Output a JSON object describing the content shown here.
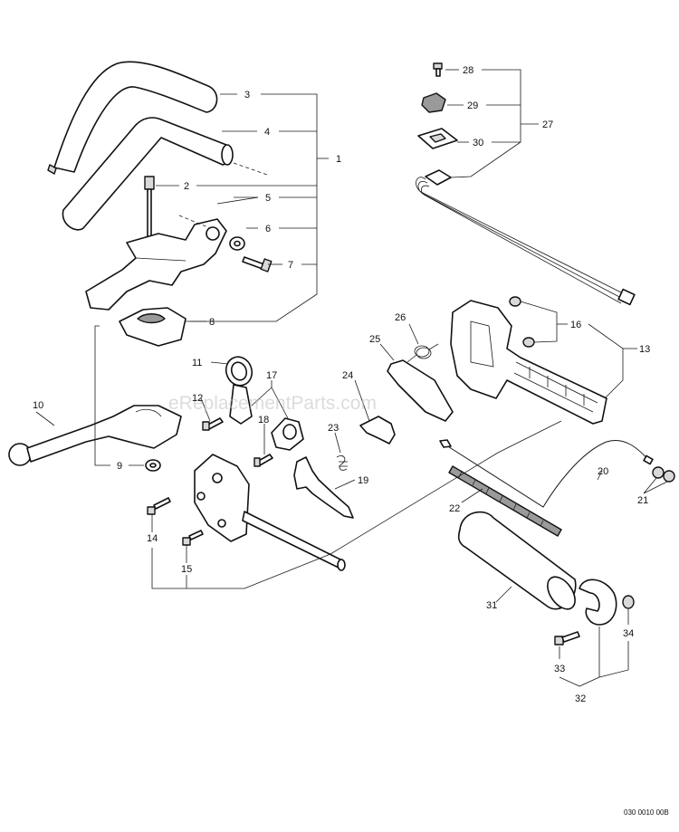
{
  "watermark": "eReplacementParts.com",
  "drawing_code": "030 0010 00B",
  "callouts": [
    {
      "id": "c1",
      "label": "1"
    },
    {
      "id": "c2",
      "label": "2"
    },
    {
      "id": "c3",
      "label": "3"
    },
    {
      "id": "c4",
      "label": "4"
    },
    {
      "id": "c5",
      "label": "5"
    },
    {
      "id": "c6",
      "label": "6"
    },
    {
      "id": "c7",
      "label": "7"
    },
    {
      "id": "c8",
      "label": "8"
    },
    {
      "id": "c9",
      "label": "9"
    },
    {
      "id": "c10",
      "label": "10"
    },
    {
      "id": "c11",
      "label": "11"
    },
    {
      "id": "c12",
      "label": "12"
    },
    {
      "id": "c13",
      "label": "13"
    },
    {
      "id": "c14",
      "label": "14"
    },
    {
      "id": "c15",
      "label": "15"
    },
    {
      "id": "c16",
      "label": "16"
    },
    {
      "id": "c17",
      "label": "17"
    },
    {
      "id": "c18",
      "label": "18"
    },
    {
      "id": "c19",
      "label": "19"
    },
    {
      "id": "c20",
      "label": "20"
    },
    {
      "id": "c21",
      "label": "21"
    },
    {
      "id": "c22",
      "label": "22"
    },
    {
      "id": "c23",
      "label": "23"
    },
    {
      "id": "c24",
      "label": "24"
    },
    {
      "id": "c25",
      "label": "25"
    },
    {
      "id": "c26",
      "label": "26"
    },
    {
      "id": "c27",
      "label": "27"
    },
    {
      "id": "c28",
      "label": "28"
    },
    {
      "id": "c29",
      "label": "29"
    },
    {
      "id": "c30",
      "label": "30"
    },
    {
      "id": "c31",
      "label": "31"
    },
    {
      "id": "c32",
      "label": "32"
    },
    {
      "id": "c33",
      "label": "33"
    },
    {
      "id": "c34",
      "label": "34"
    }
  ]
}
